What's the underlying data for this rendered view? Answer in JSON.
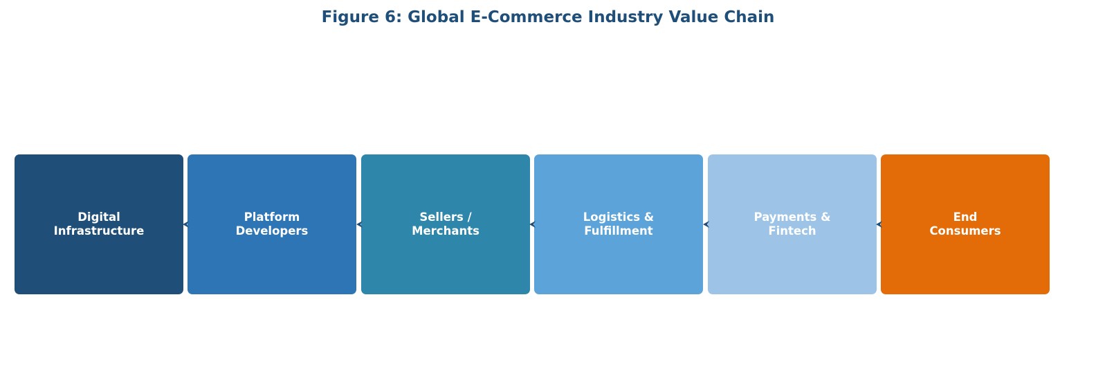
{
  "title": "Figure 6: Global E-Commerce Industry Value Chain",
  "stages": [
    {
      "label": "Digital\nInfrastructure",
      "color": "#1f4e79"
    },
    {
      "label": "Platform\nDevelopers",
      "color": "#2e75b6"
    },
    {
      "label": "Sellers /\nMerchants",
      "color": "#2e86ab"
    },
    {
      "label": "Logistics &\nFulfillment",
      "color": "#5ba3d9"
    },
    {
      "label": "Payments &\nFintech",
      "color": "#9dc3e6"
    },
    {
      "label": "End\nConsumers",
      "color": "#e36c09"
    }
  ],
  "arrow_color": "#1f4e79",
  "arrow_direction": "left"
}
